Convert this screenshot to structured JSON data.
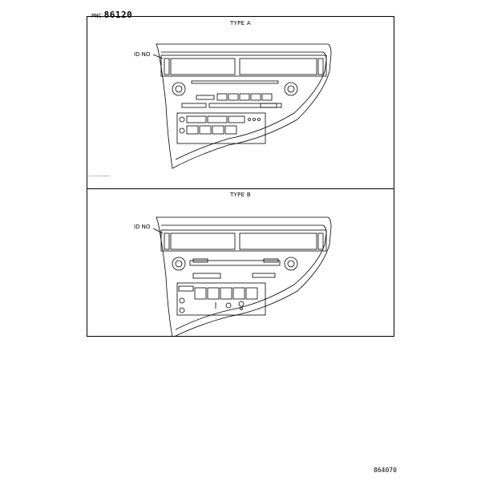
{
  "header": {
    "pnc_label": "PNC",
    "pnc_number": "86120"
  },
  "panels": [
    {
      "type_label": "TYPE A",
      "id_label": "ID NO",
      "corner_mark": "——————"
    },
    {
      "type_label": "TYPE B",
      "id_label": "ID NO"
    }
  ],
  "footer": {
    "code": "864070"
  }
}
